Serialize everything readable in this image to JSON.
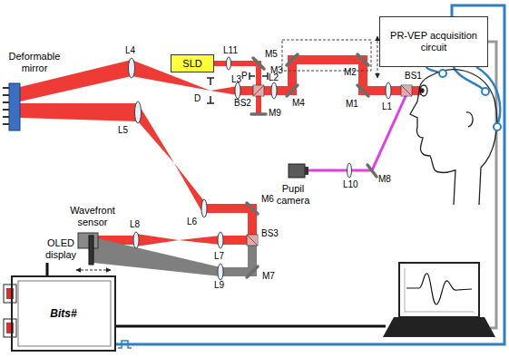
{
  "diagram": {
    "nodes": [
      {
        "text": [
          "PR-VEP acquisition circuit"
        ]
      },
      {
        "text": [
          "SLD"
        ]
      },
      {
        "text": [
          "Deformable mirror"
        ]
      },
      {
        "text": [
          "Pupil camera"
        ]
      },
      {
        "text": [
          "Wavefront sensor"
        ]
      },
      {
        "text": [
          "OLED display"
        ]
      },
      {
        "text": [
          "Bits#"
        ]
      }
    ],
    "edges": [
      {
        "from": 6,
        "to": 5,
        "arrow": "none"
      },
      {
        "from": 6,
        "to": 0,
        "arrow": "none"
      }
    ],
    "labels": [
      "L11",
      "M5",
      "P",
      "BS2",
      "M9",
      "L3",
      "D",
      "L2",
      "M4",
      "M3",
      "M2",
      "M1",
      "L1",
      "BS1",
      "L4",
      "L5",
      "L10",
      "M8",
      "L6",
      "M6",
      "L8",
      "L7",
      "BS3",
      "L9",
      "M7"
    ]
  }
}
